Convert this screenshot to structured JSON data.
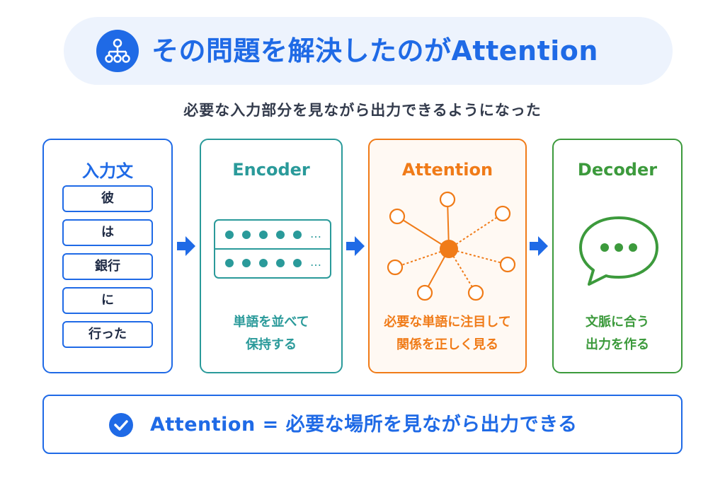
{
  "header": {
    "title": "その問題を解決したのがAttention",
    "icon": "hierarchy-icon",
    "subtitle": "必要な入力部分を見ながら出力できるようになった"
  },
  "cards": {
    "input": {
      "title": "入力文",
      "items": [
        "彼",
        "は",
        "銀行",
        "に",
        "行った"
      ],
      "color": "#1f6ae6"
    },
    "encoder": {
      "title": "Encoder",
      "desc_line1": "単語を並べて",
      "desc_line2": "保持する",
      "row_ellipsis": "…",
      "color": "#2a9a9a"
    },
    "attention": {
      "title": "Attention",
      "desc_line1": "必要な単語に注目して",
      "desc_line2": "関係を正しく見る",
      "color": "#f07b18"
    },
    "decoder": {
      "title": "Decoder",
      "icon": "speech-bubble-icon",
      "desc_line1": "文脈に合う",
      "desc_line2": "出力を作る",
      "color": "#3c9a3c"
    }
  },
  "summary": {
    "text": "Attention = 必要な場所を見ながら出力できる",
    "icon": "check-circle-icon"
  }
}
